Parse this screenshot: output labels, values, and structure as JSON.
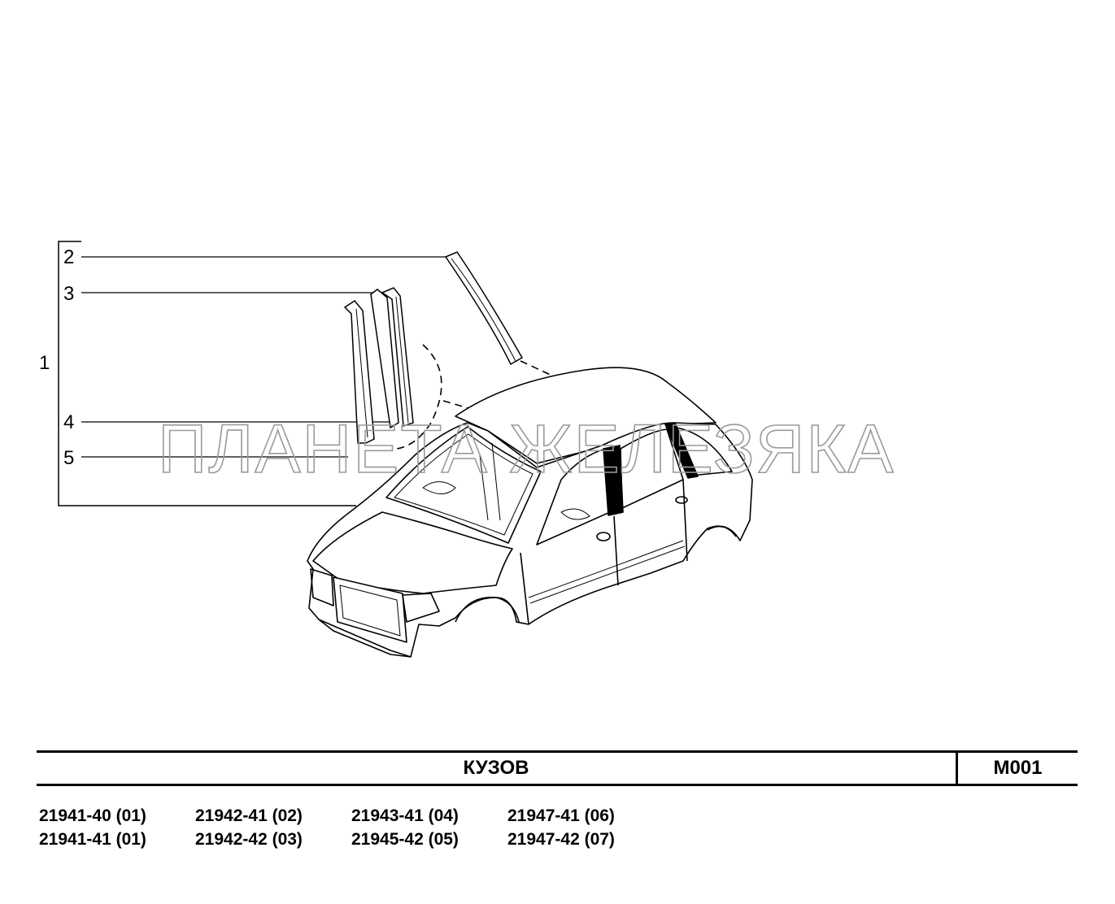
{
  "callouts": {
    "c1": "1",
    "c2": "2",
    "c3": "3",
    "c4": "4",
    "c5": "5"
  },
  "watermark": "ПЛАНЕТА ЖЕЛЕЗЯКА",
  "title": {
    "name": "КУЗОВ",
    "code": "M001"
  },
  "models": [
    [
      "21941-40 (01)",
      "21942-41 (02)",
      "21943-41 (04)",
      "21947-41 (06)"
    ],
    [
      "21941-41 (01)",
      "21942-42 (03)",
      "21945-42 (05)",
      "21947-42 (07)"
    ]
  ],
  "colors": {
    "line": "#000000",
    "watermark": "#9a9a9a",
    "background": "#ffffff"
  }
}
